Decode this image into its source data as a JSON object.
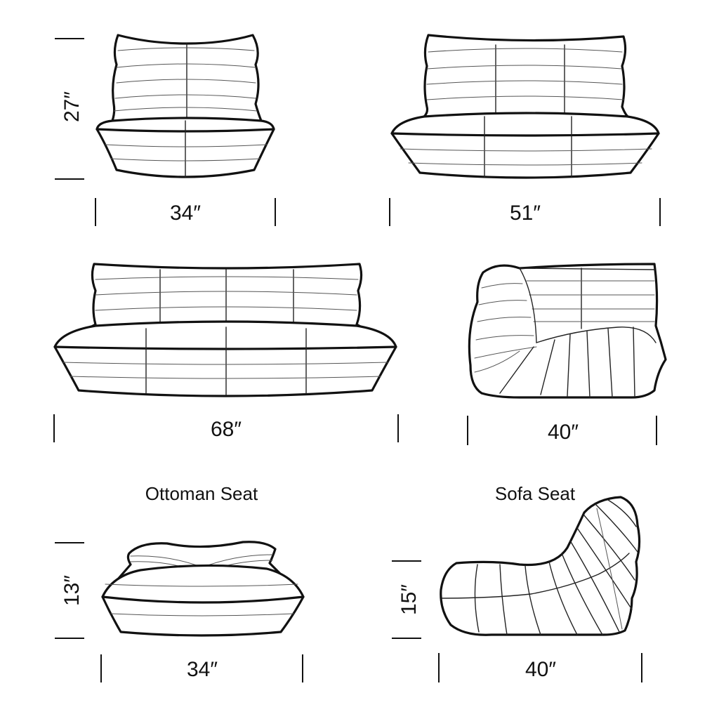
{
  "dimensions": {
    "chair_height": "27″",
    "chair_width": "34″",
    "loveseat_width": "51″",
    "sofa_width": "68″",
    "corner_width": "40″",
    "ottoman_height": "13″",
    "ottoman_width": "34″",
    "sofa_seat_height": "15″",
    "sofa_seat_width": "40″"
  },
  "captions": {
    "ottoman": "Ottoman Seat",
    "sofa_seat": "Sofa Seat"
  },
  "colors": {
    "line": "#111111",
    "background": "#ffffff"
  }
}
